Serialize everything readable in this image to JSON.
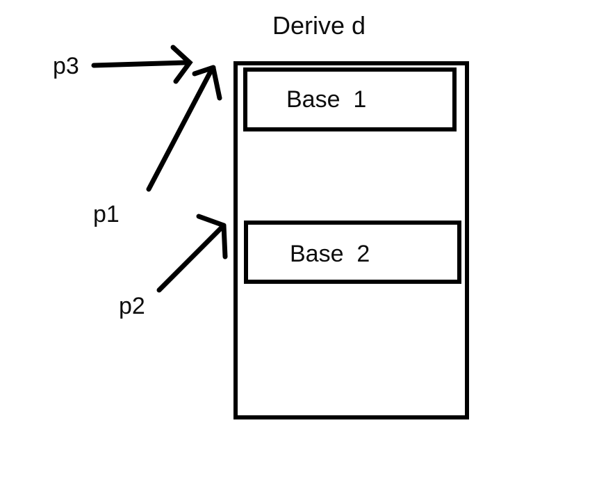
{
  "diagram": {
    "title": "Derive d",
    "derived_object": {
      "name": "Derive d",
      "members": [
        {
          "label": "Base  1"
        },
        {
          "label": "Base  2"
        }
      ]
    },
    "pointers": [
      {
        "label": "p3",
        "target": "Derive d object (top, Base 1 sub-object)"
      },
      {
        "label": "p1",
        "target": "Derive d object (top, Base 1 sub-object)"
      },
      {
        "label": "p2",
        "target": "Base 2 sub-object"
      }
    ],
    "colors": {
      "stroke": "#000000",
      "background": "#ffffff",
      "text": "#0d0d0d"
    }
  }
}
